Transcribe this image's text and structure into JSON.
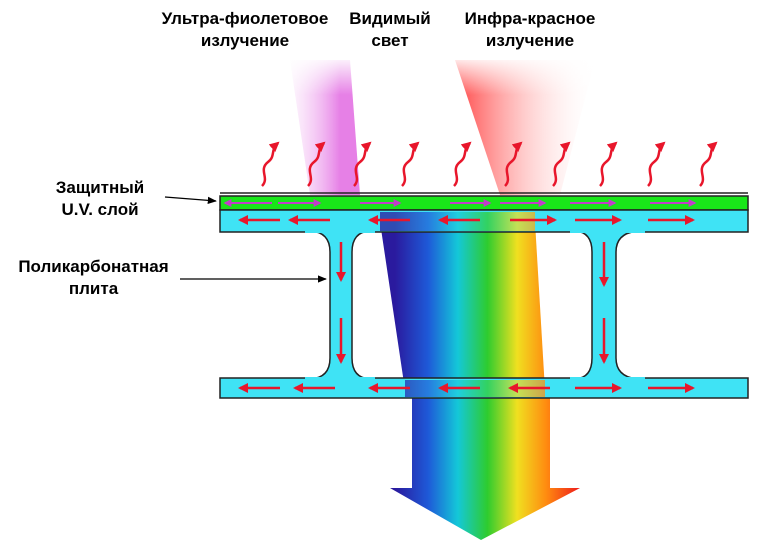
{
  "labels": {
    "uv": {
      "line1": "Ультра-фиолетовое",
      "line2": "излучение"
    },
    "visible": {
      "line1": "Видимый",
      "line2": "свет"
    },
    "ir": {
      "line1": "Инфра-красное",
      "line2": "излучение"
    },
    "uv_layer": {
      "line1": "Защитный",
      "line2": "U.V. слой"
    },
    "plate": {
      "line1": "Поликарбонатная",
      "line2": "плита"
    }
  },
  "colors": {
    "polycarbonate": "#3fe3f5",
    "uv_layer": "#19e619",
    "arrow_red": "#e8162b",
    "arrow_magenta": "#c23fc9",
    "outline": "#222222"
  },
  "icons": {
    "escaping_heat": "wavy-up-arrow-icon",
    "heat_flow": "red-arrow-icon",
    "uv_flow": "magenta-arrow-icon",
    "transmitted_light": "down-arrow-icon"
  }
}
